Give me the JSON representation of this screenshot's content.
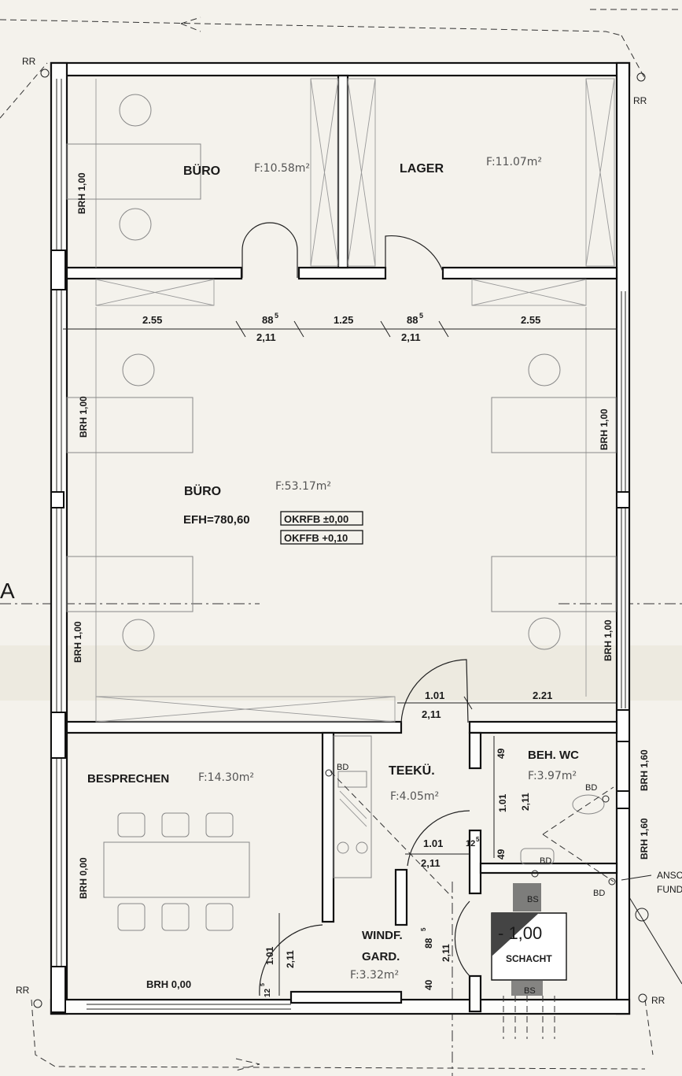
{
  "rooms": {
    "buero_small": {
      "name": "BÜRO",
      "area": "F:10.58m²"
    },
    "lager": {
      "name": "LAGER",
      "area": "F:11.07m²"
    },
    "buero_main": {
      "name": "BÜRO",
      "area": "F:53.17m²",
      "efh": "EFH=780,60",
      "okrfb": "OKRFB ±0,00",
      "okffb": "OKFFB +0,10"
    },
    "besprechen": {
      "name": "BESPRECHEN",
      "area": "F:14.30m²"
    },
    "teekue": {
      "name": "TEEKÜ.",
      "area": "F:4.05m²"
    },
    "beh_wc": {
      "name": "BEH. WC",
      "area": "F:3.97m²"
    },
    "windf": {
      "name1": "WINDF.",
      "name2": "GARD.",
      "area": "F:3.32m²"
    },
    "schacht": {
      "level": "- 1,00",
      "name": "SCHACHT"
    }
  },
  "dimensions": {
    "d255a": "2.55",
    "d885a": "88",
    "d885a_sup": "5",
    "d211a": "2,11",
    "d125": "1.25",
    "d885b": "88",
    "d885b_sup": "5",
    "d211b": "2,11",
    "d255b": "2.55",
    "d101a": "1.01",
    "d211c": "2,11",
    "d221": "2.21",
    "d49a": "49",
    "d101b": "1.01",
    "d211d": "2,11",
    "d101c": "1.01",
    "d211e": "2,11",
    "d125b": "12",
    "d125b_sup": "5",
    "d49b": "49",
    "d885c": "88",
    "d885c_sup": "5",
    "d211f": "2,11",
    "d40": "40",
    "d101d": "1.01",
    "d211g": "2,11",
    "d125c": "12",
    "d125c_sup": "5"
  },
  "brh": {
    "left1": "BRH 1,00",
    "left2": "BRH 1,00",
    "left3": "BRH 1,00",
    "left4": "BRH 0,00",
    "right1": "BRH 1,00",
    "right2": "BRH 1,00",
    "right3": "BRH 1,60",
    "right4": "BRH 1,60",
    "bottom": "BRH 0,00"
  },
  "symbols": {
    "rr": "RR",
    "bd": "BD",
    "bs": "BS"
  },
  "annotations": {
    "ansc1": "ANSC",
    "ansc2": "FUND",
    "a": "A"
  }
}
